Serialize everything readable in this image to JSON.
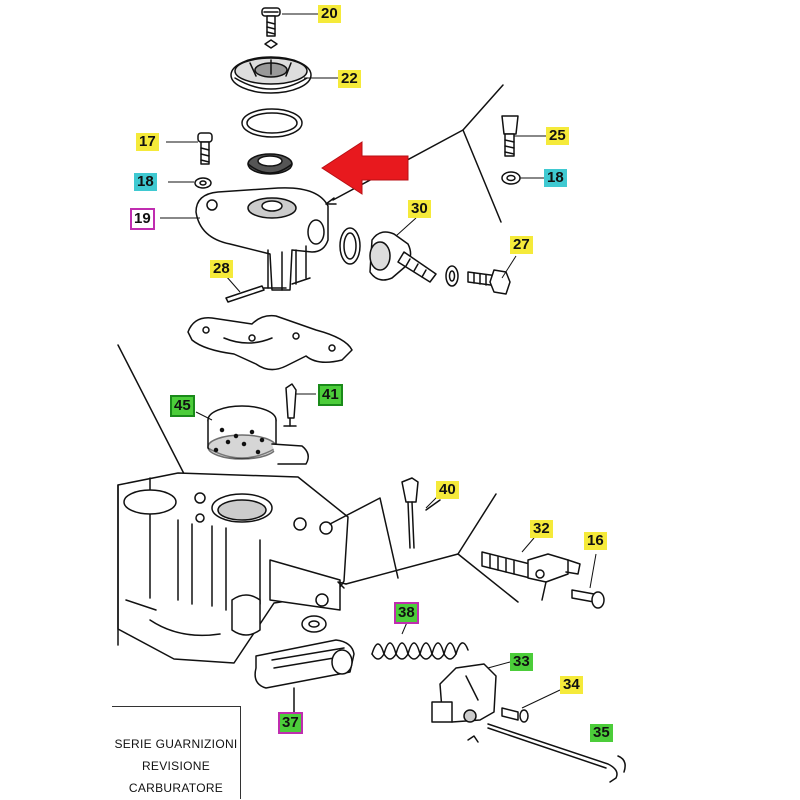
{
  "callouts": [
    {
      "id": "20",
      "text": "20",
      "color": "#f5ea3a"
    },
    {
      "id": "22",
      "text": "22",
      "color": "#f5ea3a"
    },
    {
      "id": "17",
      "text": "17",
      "color": "#f5ea3a"
    },
    {
      "id": "25",
      "text": "25",
      "color": "#f5ea3a"
    },
    {
      "id": "18a",
      "text": "18",
      "color": "#3fc9d1"
    },
    {
      "id": "18b",
      "text": "18",
      "color": "#3fc9d1"
    },
    {
      "id": "19",
      "text": "19",
      "color": "#ffffff"
    },
    {
      "id": "30",
      "text": "30",
      "color": "#f5ea3a"
    },
    {
      "id": "27",
      "text": "27",
      "color": "#f5ea3a"
    },
    {
      "id": "28",
      "text": "28",
      "color": "#f5ea3a"
    },
    {
      "id": "45",
      "text": "45",
      "color": "#4ccd3a"
    },
    {
      "id": "41",
      "text": "41",
      "color": "#4ccd3a"
    },
    {
      "id": "40",
      "text": "40",
      "color": "#f5ea3a"
    },
    {
      "id": "32",
      "text": "32",
      "color": "#f5ea3a"
    },
    {
      "id": "16",
      "text": "16",
      "color": "#f5ea3a"
    },
    {
      "id": "38",
      "text": "38",
      "color": "#4ccd3a"
    },
    {
      "id": "33",
      "text": "33",
      "color": "#4ccd3a"
    },
    {
      "id": "34",
      "text": "34",
      "color": "#f5ea3a"
    },
    {
      "id": "35",
      "text": "35",
      "color": "#4ccd3a"
    },
    {
      "id": "37",
      "text": "37",
      "color": "#4ccd3a"
    }
  ],
  "legend": {
    "line1": "SERIE GUARNIZIONI",
    "line2": "REVISIONE",
    "line3": "CARBURATORE"
  },
  "colors": {
    "arrow": "#e8191e",
    "ink": "#111111"
  }
}
